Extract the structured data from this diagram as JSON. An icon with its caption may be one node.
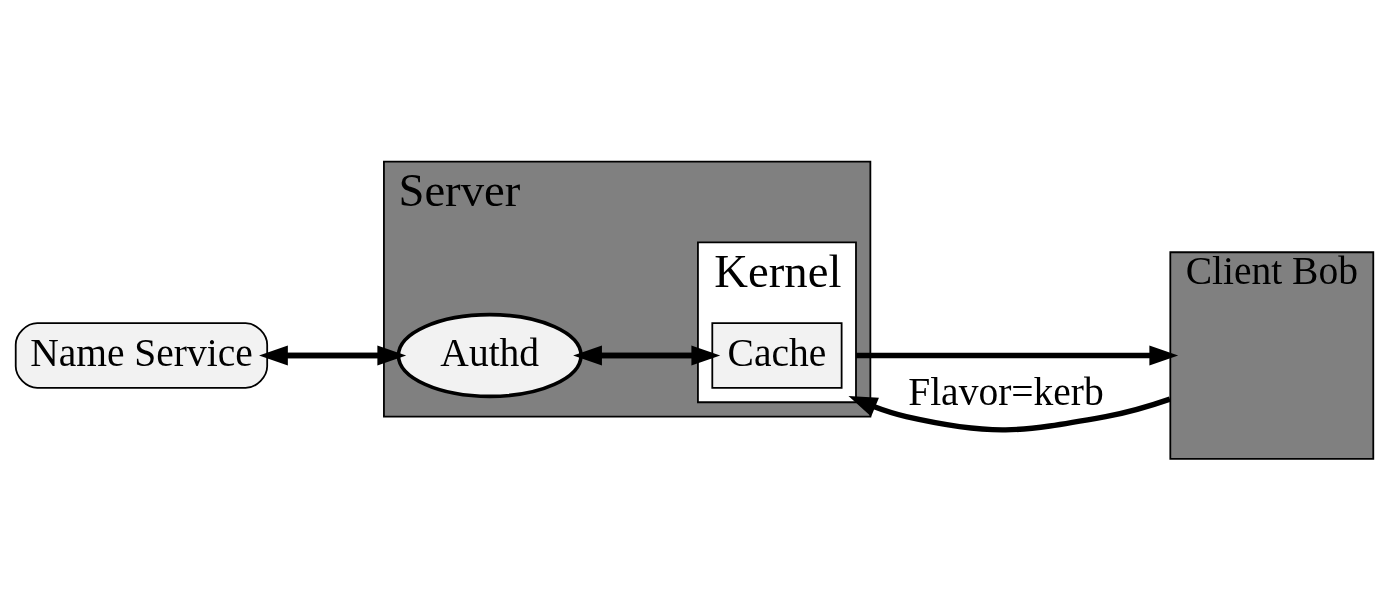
{
  "diagram": {
    "nodes": [
      {
        "text": [
          "Name Service"
        ]
      },
      {
        "text": [
          "Server"
        ]
      },
      {
        "text": [
          "Authd"
        ],
        "in": 1
      },
      {
        "text": [
          "Kernel"
        ],
        "in": 1
      },
      {
        "text": [
          "Cache"
        ],
        "in": 3
      },
      {
        "text": [
          "Client Bob"
        ]
      }
    ],
    "edges": [
      {
        "from": 2,
        "to": 0,
        "arrow": "to"
      },
      {
        "from": 0,
        "to": 2,
        "arrow": "to"
      },
      {
        "from": 4,
        "to": 2,
        "arrow": "to"
      },
      {
        "from": 2,
        "to": 4,
        "arrow": "to"
      },
      {
        "from": 3,
        "to": 5,
        "arrow": "to"
      },
      {
        "from": 5,
        "to": 3,
        "arrow": "to",
        "label": "Flavor=kerb"
      }
    ]
  }
}
